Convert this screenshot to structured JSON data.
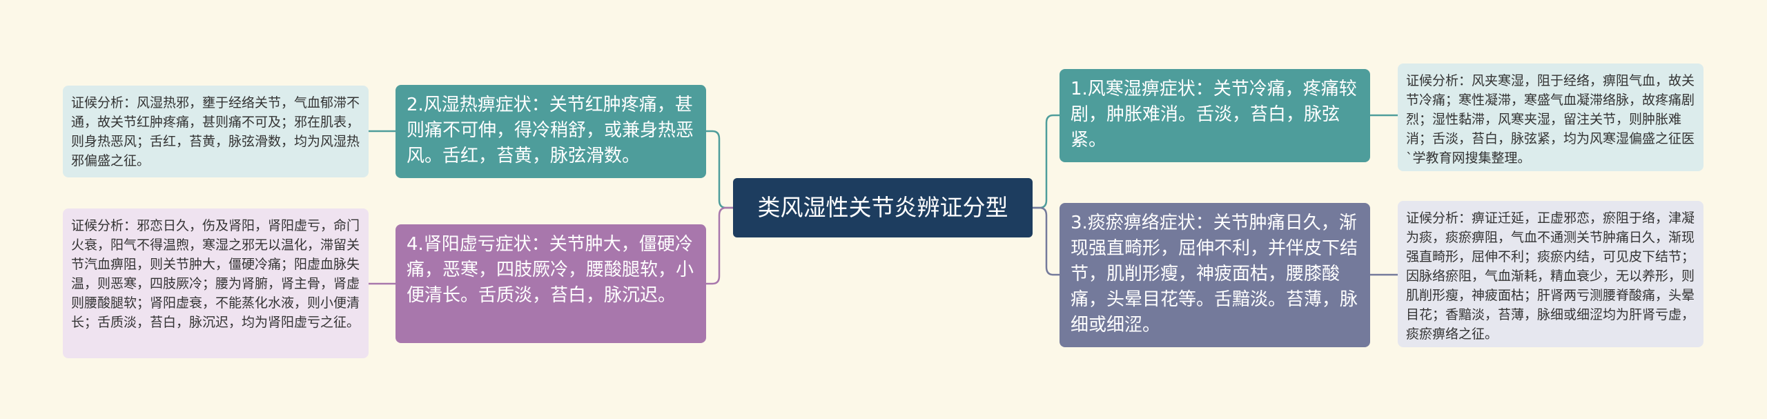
{
  "root": "类风湿性关节炎辨证分型",
  "branches": {
    "b1": "2.风湿热痹症状：关节红肿疼痛，甚则痛不可伸，得冷稍舒，或兼身热恶风。舌红，苔黄，脉弦滑数。",
    "b2": "4.肾阳虚亏症状：关节肿大，僵硬冷痛，恶寒，四肢厥冷，腰酸腿软，小便清长。舌质淡，苔白，脉沉迟。",
    "b3": "1.风寒湿痹症状：关节冷痛，疼痛较剧，肿胀难消。舌淡，苔白，脉弦紧。",
    "b4": "3.痰瘀痹络症状：关节肿痛日久，渐现强直畸形，屈伸不利，并伴皮下结节，肌削形瘦，神疲面枯，腰膝酸痛，头晕目花等。舌黯淡。苔薄，脉细或细涩。"
  },
  "leaves": {
    "l1": "证候分析：风湿热邪，壅于经络关节，气血郁滞不通，故关节红肿疼痛，甚则痛不可及；邪在肌表，则身热恶风；舌红，苔黄，脉弦滑数，均为风湿热邪偏盛之征。",
    "l2": "证候分析：邪恋日久，伤及肾阳，肾阳虚亏，命门火衰，阳气不得温煦，寒湿之邪无以温化，滞留关节汽血痹阻，则关节肿大，僵硬冷痛；阳虚血脉失温，则恶寒，四肢厥冷；腰为肾腑，肾主骨，肾虚则腰酸腿软；肾阳虚衰，不能蒸化水液，则小便清长；舌质淡，苔白，脉沉迟，均为肾阳虚亏之征。",
    "l3": "证候分析：风夹寒湿，阻于经络，痹阻气血，故关节冷痛；寒性凝滞，寒盛气血凝滞络脉，故疼痛剧烈；湿性黏滞，风寒夹湿，留注关节，则肿胀难消；舌淡，苔白，脉弦紧，均为风寒湿偏盛之征医`学教育网搜集整理。",
    "l4": "证候分析：痹证迁延，正虚邪恋，瘀阻于络，津凝为痰，痰瘀痹阻，气血不通测关节肿痛日久，渐现强直畸形，屈伸不利；痰瘀内结，可见皮下结节；因脉络瘀阻，气血渐耗，精血衰少，无以养形，则肌削形瘦，神疲面枯；肝肾两亏测腰脊酸痛，头晕目花；香黯淡，苔薄，脉细或细涩均为肝肾亏虚，痰瘀痹络之征。"
  },
  "colors": {
    "background": "#fcf8e8",
    "root": "#1d3d5f",
    "teal": "#4e9d9b",
    "purple": "#a877ac",
    "slate": "#747a9b"
  }
}
